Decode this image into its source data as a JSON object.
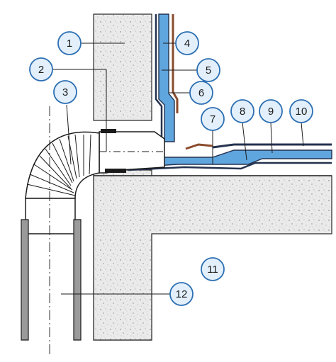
{
  "diagram": {
    "callouts": [
      {
        "id": "c1",
        "label": "1"
      },
      {
        "id": "c2",
        "label": "2"
      },
      {
        "id": "c3",
        "label": "3"
      },
      {
        "id": "c4",
        "label": "4"
      },
      {
        "id": "c5",
        "label": "5"
      },
      {
        "id": "c6",
        "label": "6"
      },
      {
        "id": "c7",
        "label": "7"
      },
      {
        "id": "c8",
        "label": "8"
      },
      {
        "id": "c9",
        "label": "9"
      },
      {
        "id": "c10",
        "label": "10"
      },
      {
        "id": "c11",
        "label": "11"
      },
      {
        "id": "c12",
        "label": "12"
      }
    ]
  },
  "colors": {
    "concrete": "#e9e8e8",
    "concrete_speckle": "#6f6f6f",
    "membrane_blue": "#5fa5de",
    "membrane_dark": "#24324e",
    "membrane_brown": "#8a4b2c",
    "callout_fill": "#e3f0fb",
    "callout_stroke": "#2c6fb3",
    "line": "#1b1b1b"
  },
  "icons": {
    "drain_outlet": "pipe-elbow-icon"
  }
}
